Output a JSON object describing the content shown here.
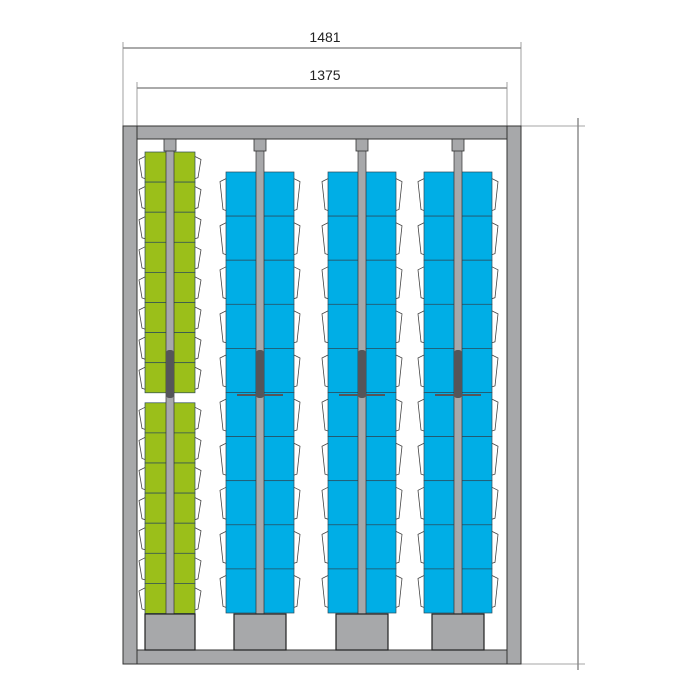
{
  "dimensions": {
    "outer_width_label": "1481",
    "inner_width_label": "1375"
  },
  "colors": {
    "frame": "#a7a8aa",
    "outline": "#333333",
    "green": "#9bbf1a",
    "blue": "#00aee6",
    "handle": "#555559"
  },
  "columns": [
    {
      "type": "green",
      "segments": [
        8,
        7
      ]
    },
    {
      "type": "blue",
      "segments": [
        10
      ]
    },
    {
      "type": "blue",
      "segments": [
        10
      ]
    },
    {
      "type": "blue",
      "segments": [
        10
      ]
    }
  ]
}
